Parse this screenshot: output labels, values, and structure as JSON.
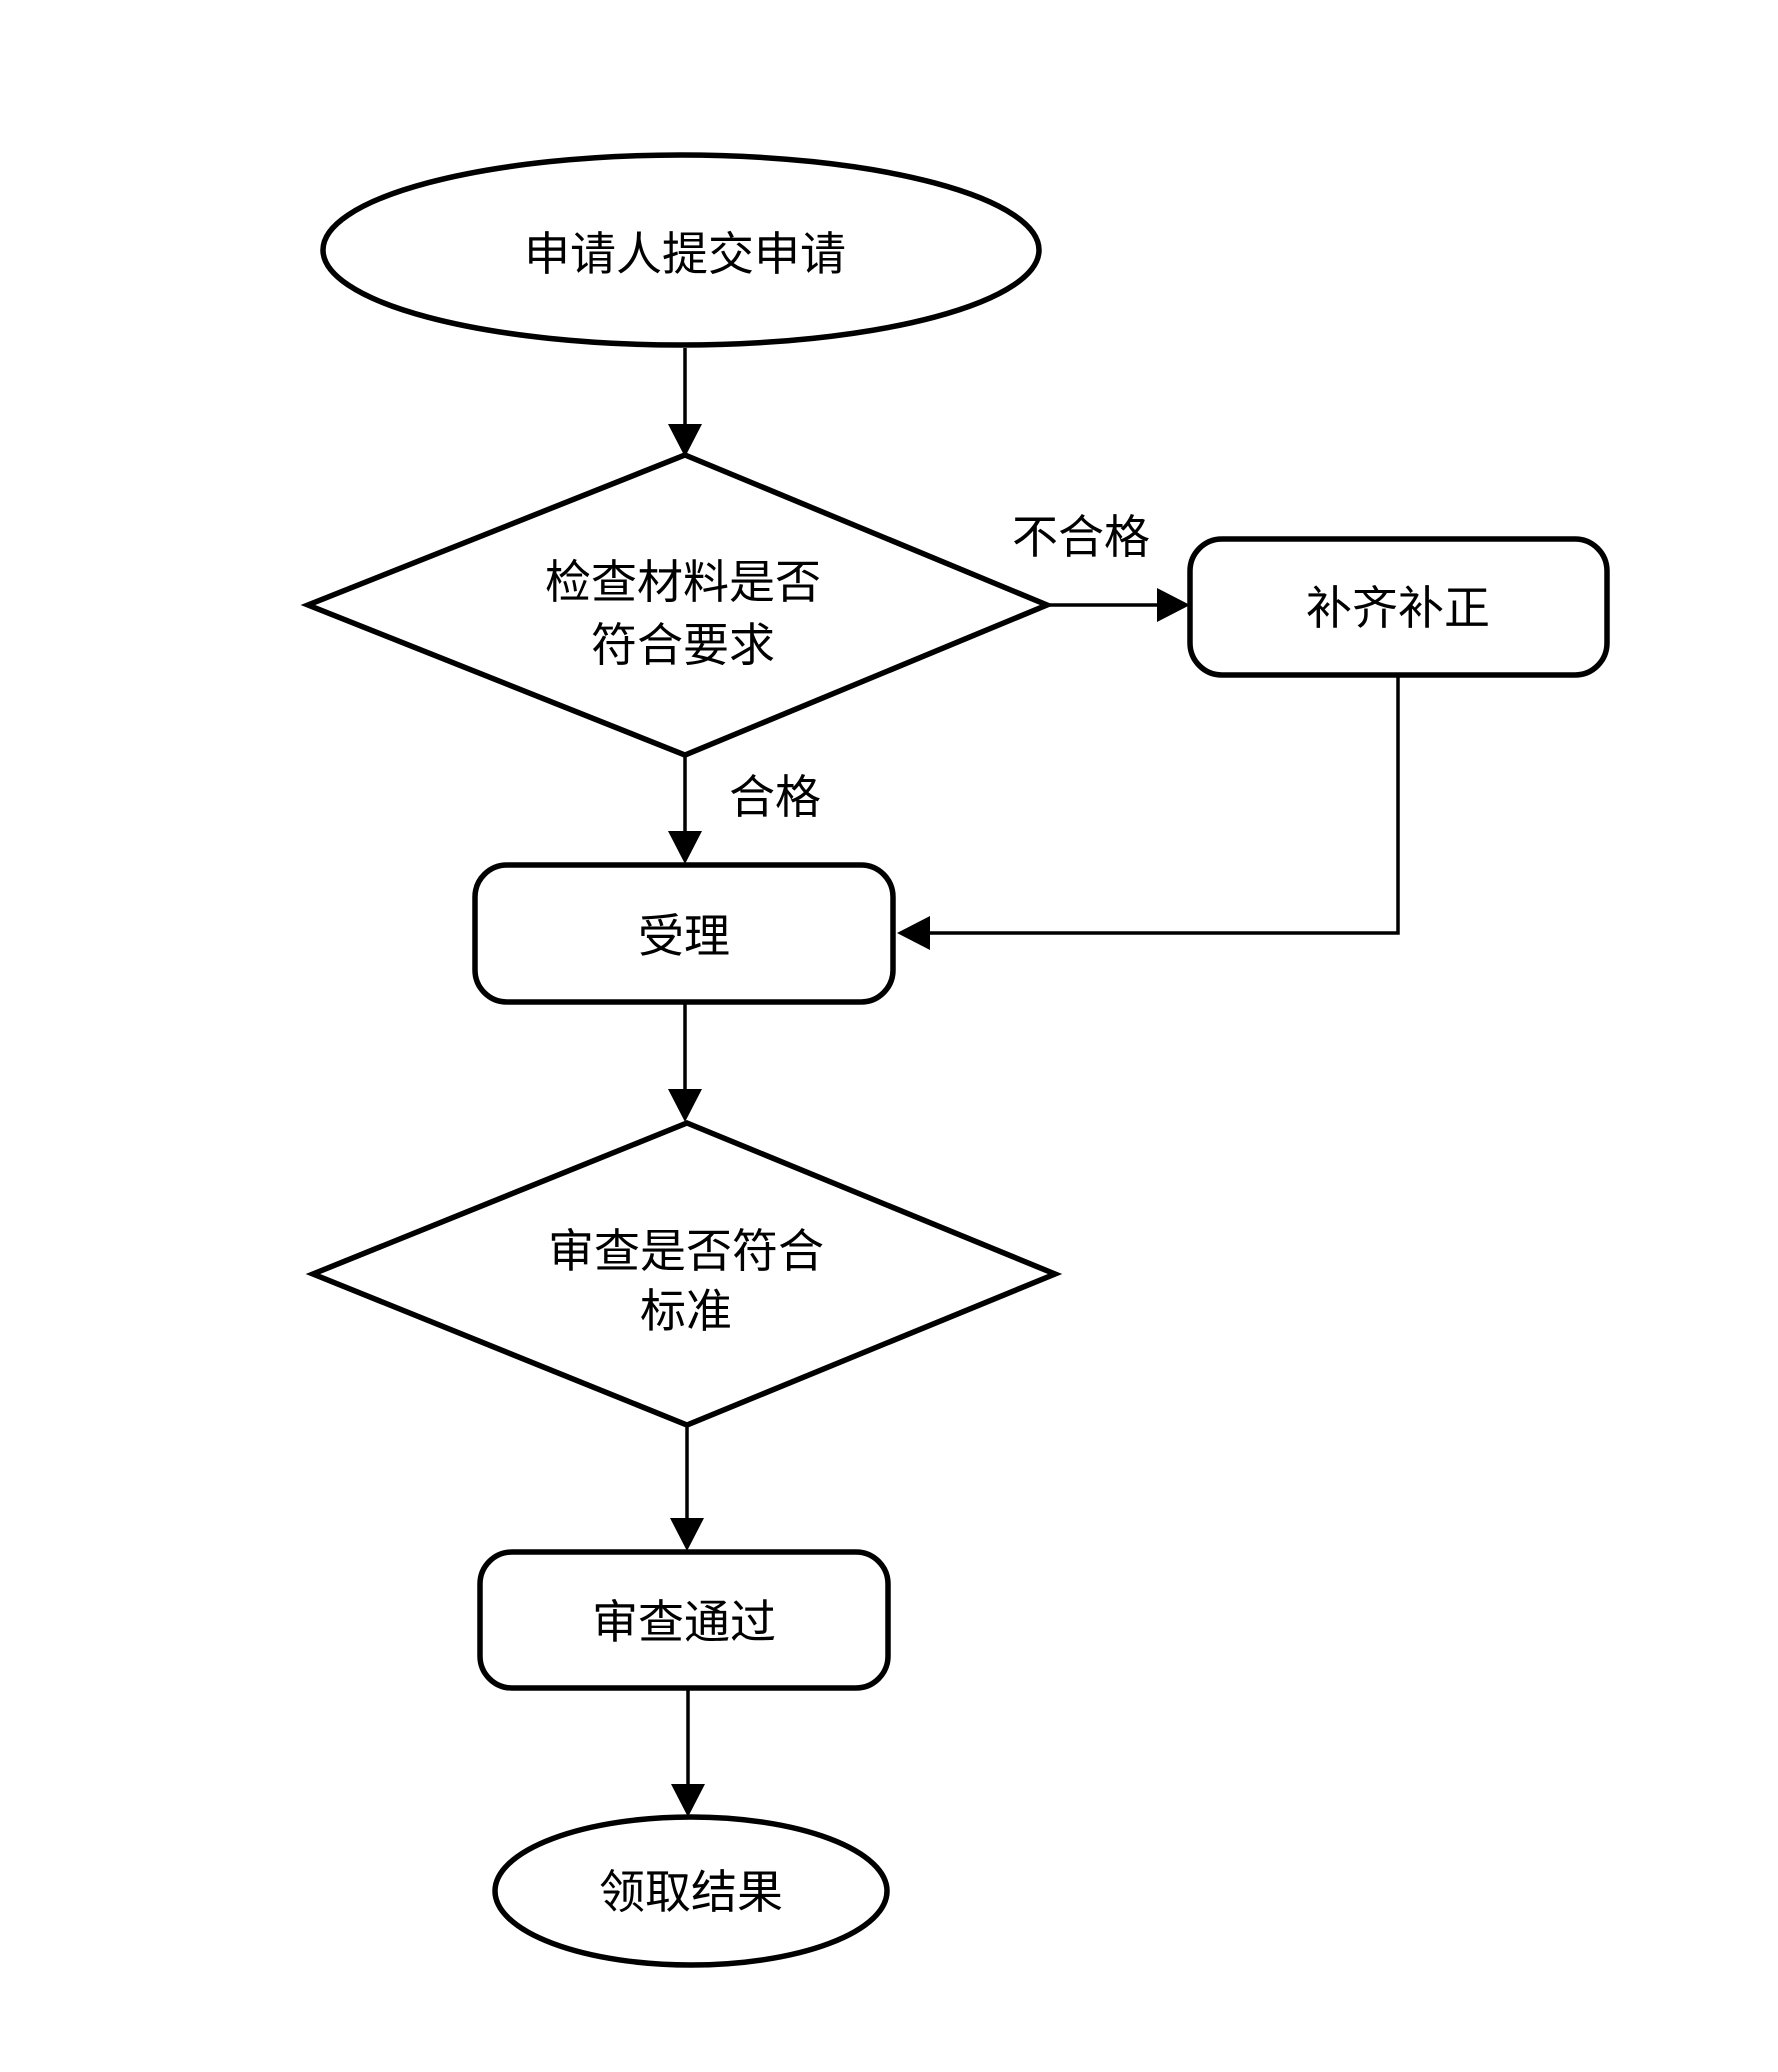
{
  "nodes": {
    "start": {
      "label": "申请人提交申请"
    },
    "check": {
      "line1": "检查材料是否",
      "line2": "符合要求"
    },
    "supplement": {
      "label": "补齐补正"
    },
    "accept": {
      "label": "受理"
    },
    "review": {
      "line1": "审查是否符合",
      "line2": "标准"
    },
    "pass": {
      "label": "审查通过"
    },
    "end": {
      "label": "领取结果"
    }
  },
  "edges": {
    "fail_label": "不合格",
    "qualified_label": "合格"
  },
  "colors": {
    "stroke": "#000000",
    "background": "#ffffff",
    "text": "#000000"
  }
}
